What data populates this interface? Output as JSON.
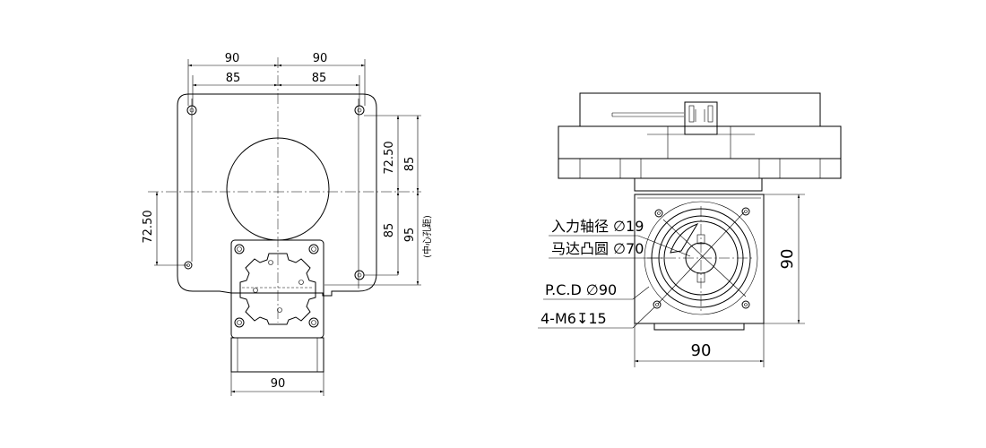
{
  "top_view": {
    "dim_top_left_outer": "90",
    "dim_top_right_outer": "90",
    "dim_top_left_inner": "85",
    "dim_top_right_inner": "85",
    "dim_right_upper_small": "72.50",
    "dim_right_upper": "85",
    "dim_right_lower_small": "85",
    "dim_right_lower": "95",
    "dim_center_note": "(中心孔距)",
    "dim_left": "72.50",
    "dim_bottom": "90"
  },
  "side_view": {
    "label_input_shaft": "入力轴径 ∅19",
    "label_motor_boss": "马达凸圆 ∅70",
    "label_pcd": "P.C.D ∅90",
    "label_holes": "4-M6↧15",
    "dim_height": "90",
    "dim_width": "90"
  }
}
